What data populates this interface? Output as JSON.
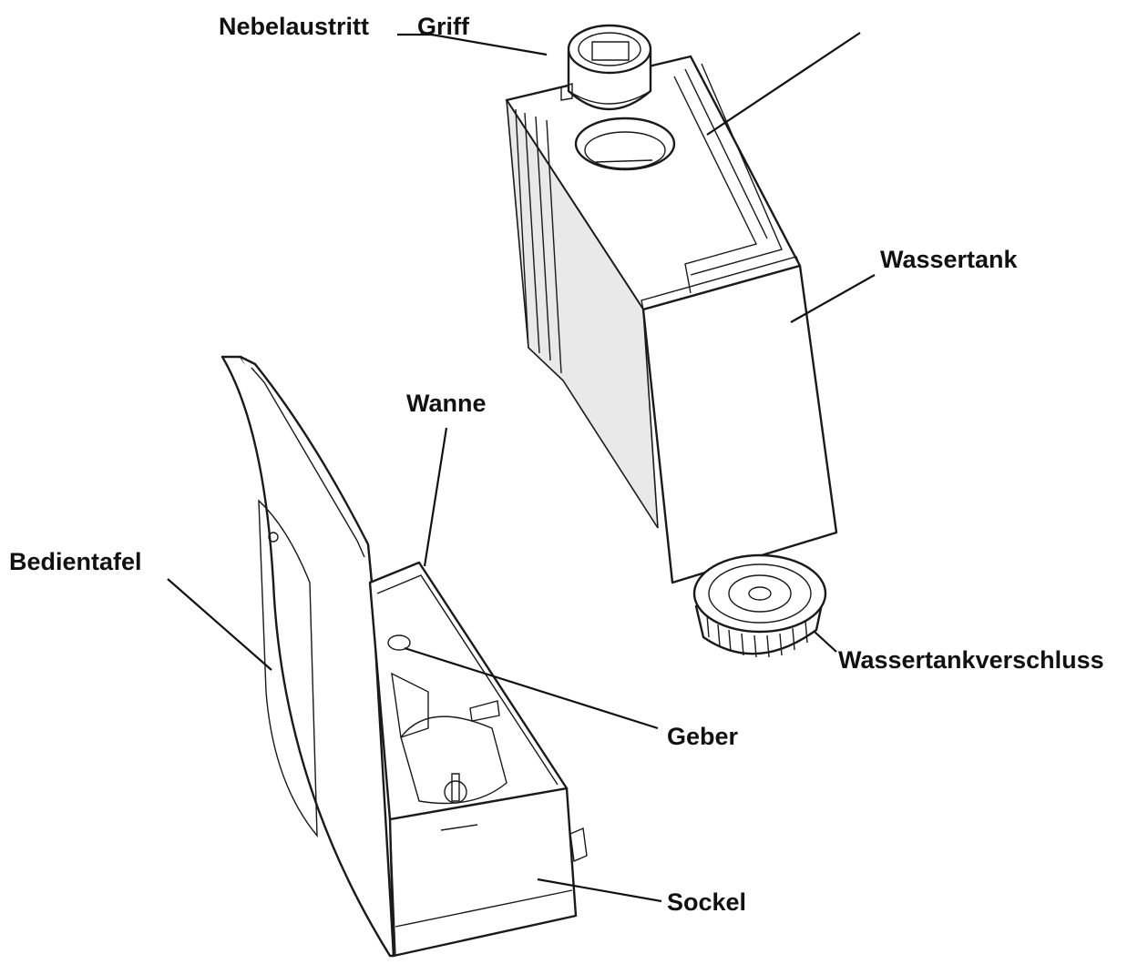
{
  "labels": {
    "nebelaustritt": "Nebelaustritt",
    "griff": "Griff",
    "wassertank": "Wassertank",
    "wanne": "Wanne",
    "bedientafel": "Bedientafel",
    "wassertankverschluss": "Wassertankverschluss",
    "geber": "Geber",
    "sockel": "Sockel"
  }
}
